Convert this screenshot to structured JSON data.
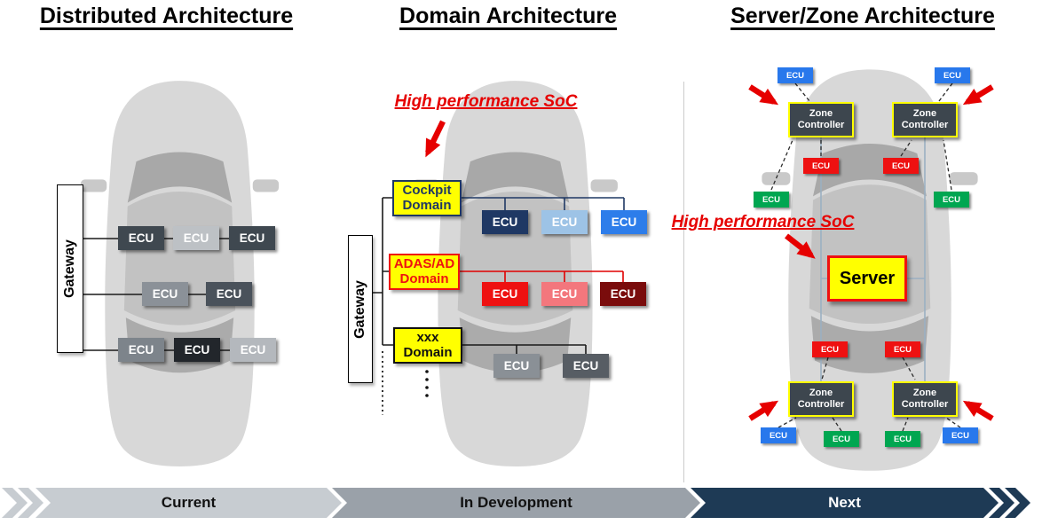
{
  "panels": {
    "distributed": {
      "title": "Distributed Architecture",
      "gateway_label": "Gateway",
      "ecus": [
        {
          "label": "ECU",
          "bg": "#3f4850"
        },
        {
          "label": "ECU",
          "bg": "#bdc1c5"
        },
        {
          "label": "ECU",
          "bg": "#3f4850"
        },
        {
          "label": "ECU",
          "bg": "#8b9198"
        },
        {
          "label": "ECU",
          "bg": "#4a525b"
        },
        {
          "label": "ECU",
          "bg": "#7d848b"
        },
        {
          "label": "ECU",
          "bg": "#22262b"
        },
        {
          "label": "ECU",
          "bg": "#b4b8bd"
        }
      ]
    },
    "domain": {
      "title": "Domain Architecture",
      "annotation": "High performance SoC",
      "gateway_label": "Gateway",
      "domains": [
        {
          "label": "Cockpit\nDomain",
          "bg": "#ffff00",
          "fg": "#1f3864",
          "border": "#1f3864"
        },
        {
          "label": "ADAS/AD\nDomain",
          "bg": "#ffff00",
          "fg": "#ee1111",
          "border": "#ee1111"
        },
        {
          "label": "xxx\nDomain",
          "bg": "#ffff00",
          "fg": "#111111",
          "border": "#111111"
        }
      ],
      "ecus": [
        {
          "label": "ECU",
          "bg": "#1f3864"
        },
        {
          "label": "ECU",
          "bg": "#9dc3e6"
        },
        {
          "label": "ECU",
          "bg": "#2d7dea"
        },
        {
          "label": "ECU",
          "bg": "#ee1111"
        },
        {
          "label": "ECU",
          "bg": "#f3777d"
        },
        {
          "label": "ECU",
          "bg": "#7a0c0c"
        },
        {
          "label": "ECU",
          "bg": "#8a9096"
        },
        {
          "label": "ECU",
          "bg": "#575d64"
        }
      ]
    },
    "server_zone": {
      "title": "Server/Zone Architecture",
      "annotation": "High performance SoC",
      "server_label": "Server",
      "server_bg": "#ffff00",
      "server_border": "#ee1111",
      "zone_controller_label": "Zone\nController",
      "zone_controller_bg": "#3d464e",
      "zone_controller_border": "#ffff00",
      "ecu_label": "ECU",
      "ecu_colors": {
        "blue": "#2878ec",
        "green": "#00a651",
        "red": "#ee1111"
      }
    }
  },
  "timeline": {
    "stages": [
      {
        "label": "Current",
        "bg": "#c7ccd1",
        "fg": "#111111"
      },
      {
        "label": "In Development",
        "bg": "#9aa1a9",
        "fg": "#111111"
      },
      {
        "label": "Next",
        "bg": "#1e3a55",
        "fg": "#ffffff"
      }
    ]
  },
  "colors": {
    "annotation_red": "#e60000",
    "bus_black": "#1a1a1a",
    "bus_navy": "#1f3864",
    "bus_red": "#e00000",
    "zone_link_blue": "#9bb0c2",
    "car_body_gray": "#d8d8d8"
  }
}
